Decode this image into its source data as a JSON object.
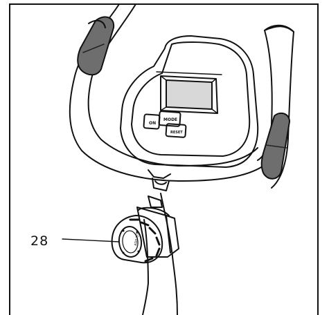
{
  "figure": {
    "callouts": [
      {
        "number": "28"
      }
    ],
    "console_buttons": {
      "left": "ON",
      "center": "MODE",
      "right": "RESET"
    },
    "knob_label": "ADJUST"
  },
  "colors": {
    "ink": "#111111",
    "paper": "#ffffff",
    "handgrip": "#6e6e6e",
    "screen_shade": "#d8d8d8"
  }
}
